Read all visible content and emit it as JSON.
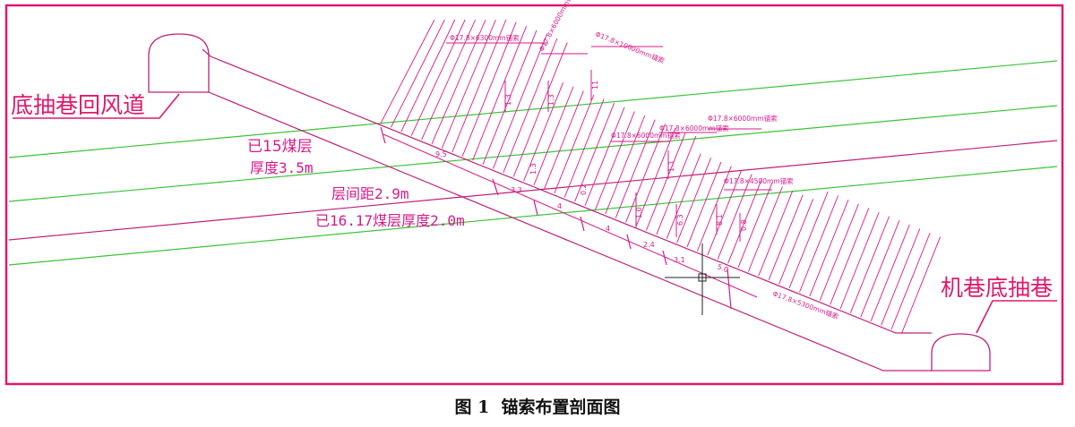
{
  "colors": {
    "frame": "#e0186c",
    "magenta": "#d81a8a",
    "seam": "#3ac43a",
    "outline": "#c0207a",
    "cross": "#222222"
  },
  "labels": {
    "roadway_left": "底抽巷回风道",
    "roadway_right": "机巷底抽巷",
    "seam15_name": "已15煤层",
    "seam15_thickness": "厚度3.5m",
    "interlayer": "层间距2.9m",
    "seam1617": "已16.17煤层厚度2.0m"
  },
  "cable_specs": [
    "Φ17.8×6300mm锚索",
    "Φ17.8×6000mm锚索",
    "Φ17.8×10000mm锚索",
    "Φ17.8×6000mm锚索",
    "Φ17.8×6000mm锚索",
    "Φ17.8×6000mm锚索",
    "Φ17.8×4500mm锚索",
    "Φ17.8×5300mm锚索"
  ],
  "dimensions": [
    "9.5",
    "3.3",
    "4",
    "4",
    "2.4",
    "3.1",
    "5.0",
    "1.3",
    "1.3",
    "11",
    "1.3",
    "1.0",
    "1.1",
    "6.3",
    "0.2",
    "8.1",
    "0.8"
  ],
  "caption": {
    "fig": "图 1",
    "title": "锚索布置剖面图"
  }
}
